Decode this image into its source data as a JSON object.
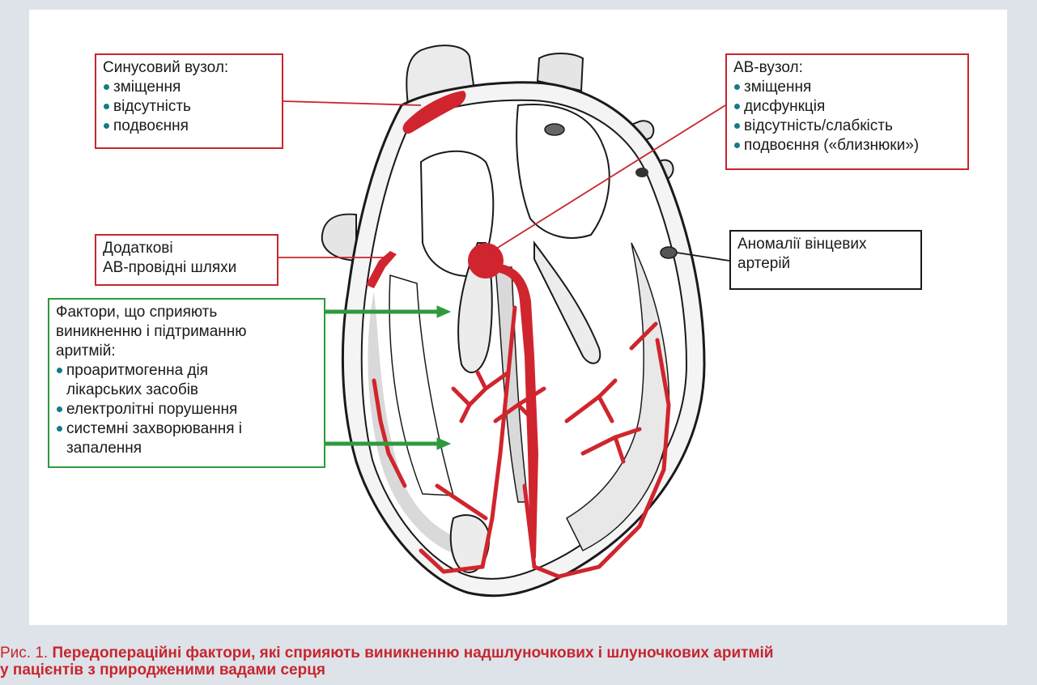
{
  "boxes": {
    "sinus": {
      "title": "Синусовий вузол:",
      "items": [
        "зміщення",
        "відсутність",
        "подвоєння"
      ]
    },
    "av_node": {
      "title": "АВ-вузол:",
      "items": [
        "зміщення",
        "дисфункція",
        "відсутність/слабкість",
        "подвоєння («близнюки»)"
      ]
    },
    "accessory": {
      "line1": "Додаткові",
      "line2": "АВ-провідні шляхи"
    },
    "coronary": {
      "line1": "Аномалії вінцевих",
      "line2": "артерій"
    },
    "factors": {
      "line1": "Фактори, що сприяють",
      "line2": "виникненню і підтриманню",
      "line3": "аритмій:",
      "items": [
        {
          "a": "проаритмогенна дія",
          "b": "лікарських засобів"
        },
        {
          "a": "електролітні порушення",
          "b": ""
        },
        {
          "a": "системні захворювання і",
          "b": "запалення"
        }
      ]
    }
  },
  "caption": {
    "number": "Рис. 1.",
    "line1": "Передопераційні фактори, які сприяють виникненню надшлуночкових і шлуночкових аритмій",
    "line2": "у пацієнтів з природженими вадами серця"
  },
  "colors": {
    "red": "#c8252f",
    "green": "#2f9a3d",
    "teal_bullet": "#167a8a",
    "background": "#dde3e8"
  }
}
